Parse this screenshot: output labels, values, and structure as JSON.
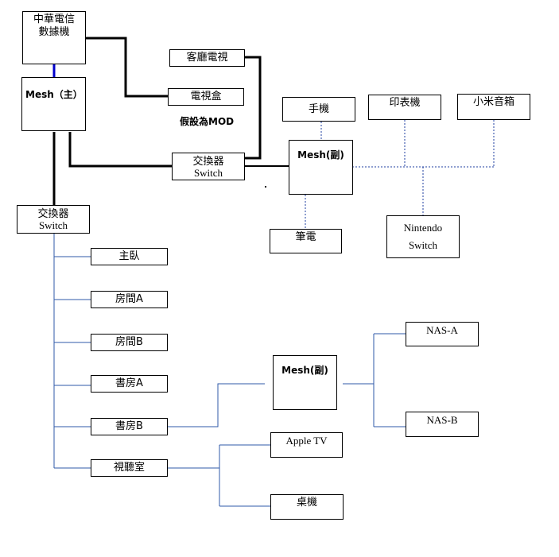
{
  "nodes": {
    "modem_line1": "中華電信",
    "modem_line2": "數據機",
    "mesh_main": "Mesh（主）",
    "living_tv": "客廳電視",
    "tv_box": "電視盒",
    "switch_top_zh": "交換器",
    "switch_top_en": "Switch",
    "mesh_sub_top": "Mesh(副)",
    "phone": "手機",
    "printer": "印表機",
    "speaker": "小米音箱",
    "nintendo_line1": "Nintendo",
    "nintendo_line2": "Switch",
    "laptop": "筆電",
    "switch_left_zh": "交換器",
    "switch_left_en": "Switch",
    "master_bedroom": "主臥",
    "room_a": "房間A",
    "room_b": "房間B",
    "study_a": "書房A",
    "study_b": "書房B",
    "av_room": "視聽室",
    "mesh_sub_bottom": "Mesh(副)",
    "nas_a": "NAS-A",
    "nas_b": "NAS-B",
    "apple_tv": "Apple TV",
    "desktop": "桌機"
  },
  "annotations": {
    "mod_note": "假設為MOD"
  },
  "colors": {
    "wired_thick": "#000000",
    "mesh_link": "#0000cc",
    "branch_line": "#2f5aa8",
    "wireless_dotted": "#1f3fa0"
  }
}
